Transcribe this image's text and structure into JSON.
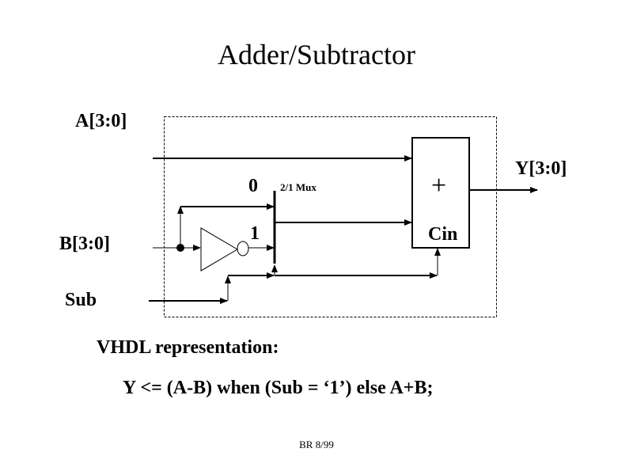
{
  "slide": {
    "title": "Adder/Subtractor",
    "footer": "BR 8/99"
  },
  "diagram": {
    "inputs": {
      "a": "A[3:0]",
      "b": "B[3:0]",
      "sub": "Sub"
    },
    "output": "Y[3:0]",
    "mux": {
      "label": "2/1 Mux",
      "input0": "0",
      "input1": "1"
    },
    "adder": {
      "symbol": "+",
      "carry_in": "Cin"
    }
  },
  "vhdl": {
    "heading": "VHDL representation:",
    "code": "Y <=  (A-B) when (Sub = ‘1’) else A+B;"
  }
}
